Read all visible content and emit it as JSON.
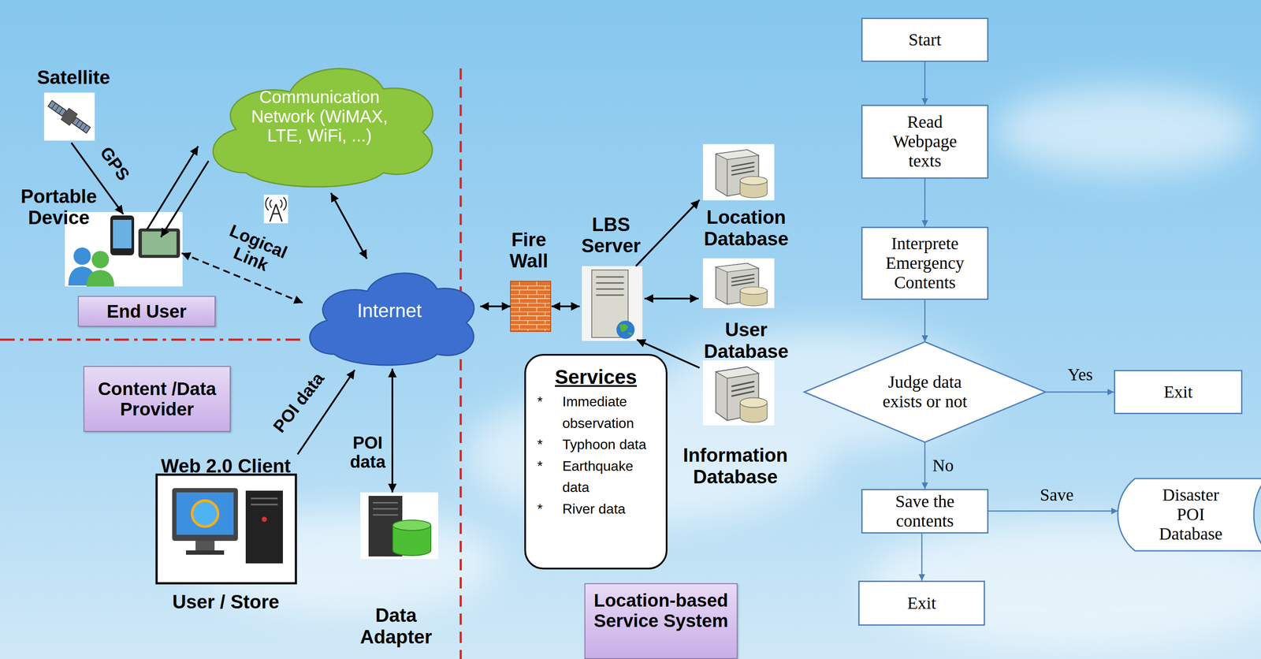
{
  "diagram": {
    "nodes": [
      {
        "text": [
          "Communication Network (WiMAX, LTE, WiFi, ...)"
        ]
      },
      {
        "text": [
          "Satellite"
        ]
      },
      {
        "text": [
          "Portable Device"
        ]
      },
      {
        "text": [
          "End User"
        ]
      },
      {
        "text": [
          "Internet"
        ]
      },
      {
        "text": [
          "Content /Data Provider"
        ]
      },
      {
        "text": [
          "Web 2.0 Client",
          "User / Store"
        ]
      },
      {
        "text": [
          "Data Adapter"
        ]
      },
      {
        "text": [
          "Fire Wall"
        ]
      },
      {
        "text": [
          "LBS Server"
        ]
      },
      {
        "text": [
          "Services",
          "Immediate observation",
          "Typhoon data",
          "Earthquake data",
          "River data"
        ]
      },
      {
        "text": [
          "Location Database"
        ]
      },
      {
        "text": [
          "User Database"
        ]
      },
      {
        "text": [
          "Information Database"
        ]
      },
      {
        "text": [
          "Location-based Service System"
        ]
      },
      {
        "text": [
          "Start"
        ]
      },
      {
        "text": [
          "Read Webpage texts"
        ]
      },
      {
        "text": [
          "Interprete Emergency Contents"
        ]
      },
      {
        "text": [
          "Judge data exists or not"
        ]
      },
      {
        "text": [
          "Exit"
        ]
      },
      {
        "text": [
          "Save the contents"
        ]
      },
      {
        "text": [
          "Disaster POI Database"
        ]
      },
      {
        "text": [
          "Exit"
        ]
      }
    ],
    "edges": [
      {
        "from": 1,
        "to": 2,
        "arrow": "to",
        "label": "GPS"
      },
      {
        "from": 2,
        "to": 0,
        "arrow": "to"
      },
      {
        "from": 0,
        "to": 2,
        "arrow": "to"
      },
      {
        "from": 0,
        "to": 4,
        "arrow": "both"
      },
      {
        "from": 2,
        "to": 4,
        "arrow": "both",
        "label": "Logical Link"
      },
      {
        "from": 6,
        "to": 4,
        "arrow": "to",
        "label": "POI data"
      },
      {
        "from": 4,
        "to": 7,
        "arrow": "both",
        "label": "POI data"
      },
      {
        "from": 4,
        "to": 8,
        "arrow": "both"
      },
      {
        "from": 8,
        "to": 9,
        "arrow": "both"
      },
      {
        "from": 9,
        "to": 11,
        "arrow": "to"
      },
      {
        "from": 9,
        "to": 12,
        "arrow": "both"
      },
      {
        "from": 13,
        "to": 9,
        "arrow": "to"
      },
      {
        "from": 15,
        "to": 16,
        "arrow": "to"
      },
      {
        "from": 16,
        "to": 17,
        "arrow": "to"
      },
      {
        "from": 17,
        "to": 18,
        "arrow": "to"
      },
      {
        "from": 18,
        "to": 19,
        "arrow": "to",
        "label": "Yes"
      },
      {
        "from": 18,
        "to": 20,
        "arrow": "to",
        "label": "No"
      },
      {
        "from": 20,
        "to": 21,
        "arrow": "to",
        "label": "Save"
      },
      {
        "from": 20,
        "to": 22,
        "arrow": "to"
      }
    ],
    "labels": [
      "*",
      "*",
      "*",
      "*"
    ]
  }
}
